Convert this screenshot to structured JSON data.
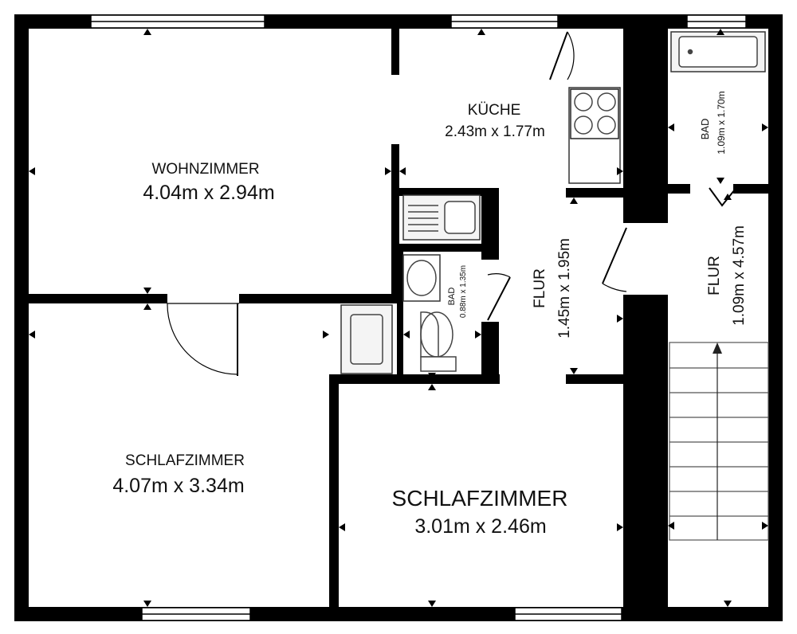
{
  "rooms": {
    "wohnzimmer": {
      "name": "WOHNZIMMER",
      "dims": "4.04m x 2.94m"
    },
    "kueche": {
      "name": "KÜCHE",
      "dims": "2.43m x 1.77m"
    },
    "bad_oben": {
      "name": "BAD",
      "dims": "1.09m x 1.70m"
    },
    "bad_klein": {
      "name": "BAD",
      "dims": "0.88m x 1.35m"
    },
    "flur_mitte": {
      "name": "FLUR",
      "dims": "1.45m x 1.95m"
    },
    "flur_rechts": {
      "name": "FLUR",
      "dims": "1.09m x 4.57m"
    },
    "schlafzimmer_links": {
      "name": "SCHLAFZIMMER",
      "dims": "4.07m x 3.34m"
    },
    "schlafzimmer_rechts": {
      "name": "SCHLAFZIMMER",
      "dims": "3.01m x 2.46m"
    }
  },
  "colors": {
    "wall": "#000000",
    "background": "#ffffff",
    "fixture": "#444444"
  },
  "icons": {
    "stove": "stove-icon",
    "sink": "sink-icon",
    "toilet": "toilet-icon",
    "bathtub": "bathtub-icon",
    "stairs": "stairs-icon"
  }
}
